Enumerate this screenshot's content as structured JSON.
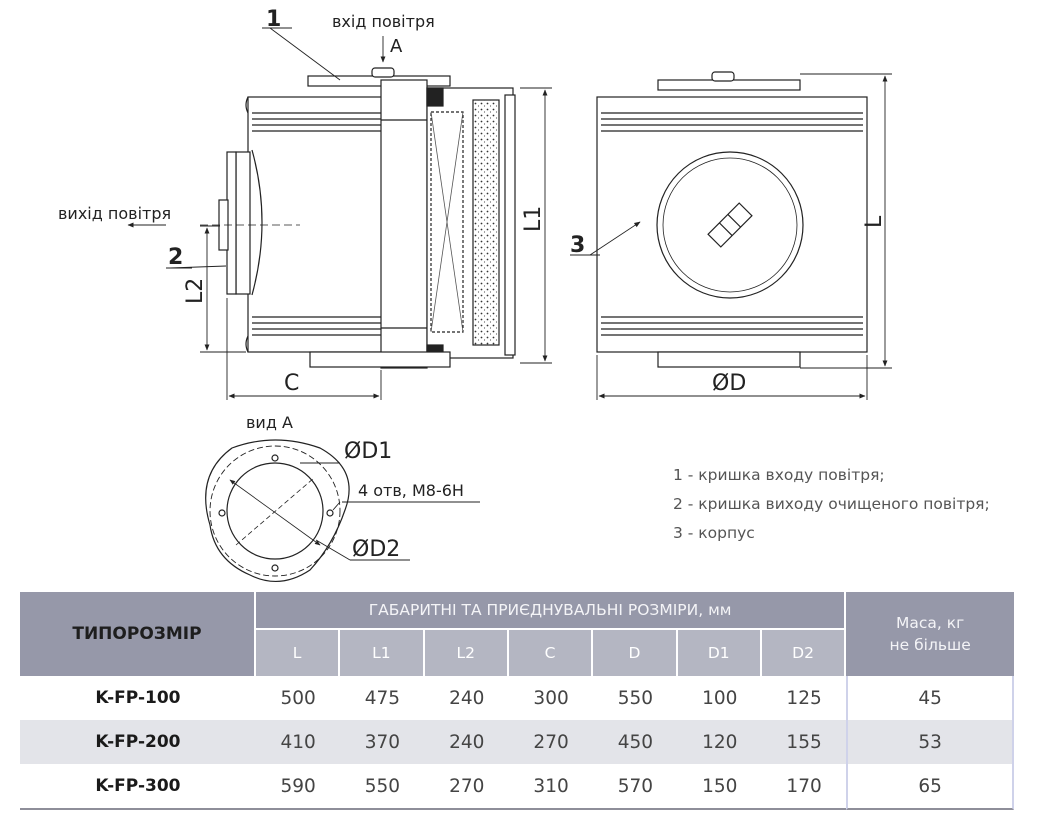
{
  "drawing": {
    "callouts": {
      "n1": "1",
      "n2": "2",
      "n3": "3"
    },
    "labels": {
      "air_in": "вхід повітря",
      "arrow_a": "A",
      "air_out": "вихід повітря",
      "dim_L1": "L1",
      "dim_L2": "L2",
      "dim_C": "C",
      "dim_L": "L",
      "dim_D": "ØD",
      "view_a": "вид А",
      "dim_D1": "ØD1",
      "holes": "4 отв, М8-6Н",
      "dim_D2": "ØD2"
    }
  },
  "legend": [
    "1 - кришка входу повітря;",
    "2 - кришка виходу очищеного повітря;",
    "3 - корпус"
  ],
  "table": {
    "model_header": "ТИПОРОЗМІР",
    "group_header": "ГАБАРИТНІ ТА ПРИЄДНУВАЛЬНІ РОЗМІРИ, мм",
    "mass_header_line1": "Маса, кг",
    "mass_header_line2": "не більше",
    "columns": [
      "L",
      "L1",
      "L2",
      "C",
      "D",
      "D1",
      "D2"
    ],
    "rows": [
      {
        "model": "K-FP-100",
        "values": [
          "500",
          "475",
          "240",
          "300",
          "550",
          "100",
          "125"
        ],
        "mass": "45"
      },
      {
        "model": "K-FP-200",
        "values": [
          "410",
          "370",
          "240",
          "270",
          "450",
          "120",
          "155"
        ],
        "mass": "53"
      },
      {
        "model": "K-FP-300",
        "values": [
          "590",
          "550",
          "270",
          "310",
          "570",
          "150",
          "170"
        ],
        "mass": "65"
      }
    ]
  }
}
